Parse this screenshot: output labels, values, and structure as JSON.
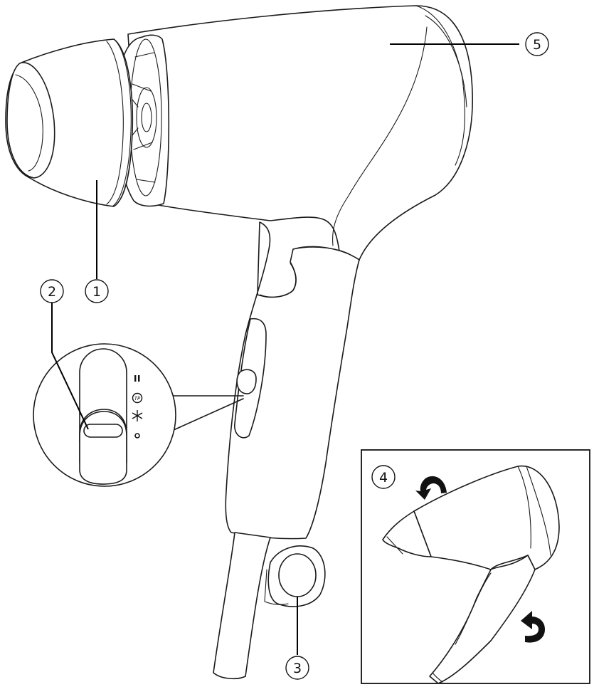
{
  "callouts": {
    "c1": "1",
    "c2": "2",
    "c3": "3",
    "c4": "4",
    "c5": "5"
  },
  "icons": {
    "speed_high": "double-bar-icon",
    "thermo_protect": "tp-icon",
    "cool": "snowflake-icon",
    "off": "circle-icon",
    "rotate_up": "curved-arrow-down-left-icon",
    "rotate_down": "curved-arrow-right-icon"
  },
  "colors": {
    "line": "#1a1a1a",
    "background": "#ffffff"
  }
}
